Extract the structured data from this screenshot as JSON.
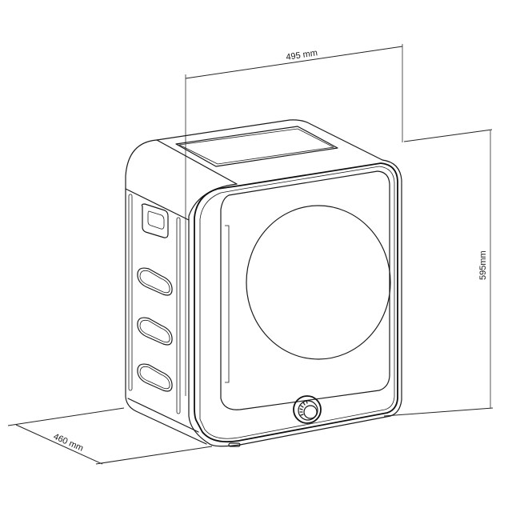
{
  "diagram": {
    "subject": "Compact tumble dryer, isometric line drawing with overall dimensions",
    "dimensions": {
      "width": {
        "label": "495 mm",
        "value": 495,
        "unit": "mm"
      },
      "height": {
        "label": "595mm",
        "value": 595,
        "unit": "mm"
      },
      "depth": {
        "label": "460 mm",
        "value": 460,
        "unit": "mm"
      }
    },
    "parts": {
      "top_panel": "recessed top panel",
      "side_panel": "side panel with slot vents",
      "side_vents": [
        "handle-recess",
        "vent-slot-1",
        "vent-slot-2",
        "vent-slot-3"
      ],
      "front_door": "front door with round window",
      "control_knob": "rotary control knob"
    },
    "colors": {
      "line": "#1a1a1a",
      "background": "#ffffff"
    }
  }
}
